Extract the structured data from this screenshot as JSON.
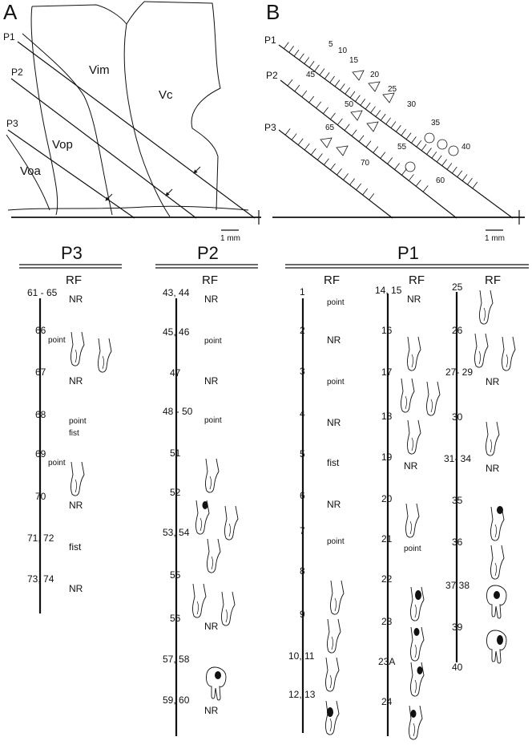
{
  "panel_a": {
    "letter": "A",
    "probe_labels": [
      "P1",
      "P2",
      "P3"
    ],
    "region_labels": {
      "vim": "Vim",
      "vc": "Vc",
      "vop": "Vop",
      "voa": "Voa"
    },
    "scale": "1 mm"
  },
  "panel_b": {
    "letter": "B",
    "probe_labels": [
      "P1",
      "P2",
      "P3"
    ],
    "depth_labels": [
      "5",
      "10",
      "15",
      "20",
      "25",
      "30",
      "35",
      "40",
      "45",
      "50",
      "55",
      "60",
      "65",
      "70"
    ],
    "scale": "1 mm"
  },
  "columns": {
    "p3": {
      "title": "P3",
      "rf_header": "RF",
      "sites": [
        {
          "site": "61 - 65",
          "response": "NR"
        },
        {
          "site": "66",
          "response": "point"
        },
        {
          "site": "67",
          "response": "NR"
        },
        {
          "site": "68",
          "response": "point"
        },
        {
          "site": "",
          "response": "fist"
        },
        {
          "site": "69",
          "response": "point"
        },
        {
          "site": "70",
          "response": "NR"
        },
        {
          "site": "71, 72",
          "response": "fist"
        },
        {
          "site": "73, 74",
          "response": "NR"
        }
      ]
    },
    "p2": {
      "title": "P2",
      "rf_header": "RF",
      "sites": [
        {
          "site": "43, 44",
          "response": "NR"
        },
        {
          "site": "45, 46",
          "response": "point"
        },
        {
          "site": "47",
          "response": "NR"
        },
        {
          "site": "48 - 50",
          "response": "point"
        },
        {
          "site": "51",
          "response": ""
        },
        {
          "site": "52",
          "response": ""
        },
        {
          "site": "53, 54",
          "response": ""
        },
        {
          "site": "55",
          "response": ""
        },
        {
          "site": "56",
          "response": "NR"
        },
        {
          "site": "57, 58",
          "response": ""
        },
        {
          "site": "59, 60",
          "response": "NR"
        }
      ]
    },
    "p1_title": "P1",
    "p1a": {
      "rf_header": "RF",
      "sites": [
        {
          "site": "1",
          "response": "point"
        },
        {
          "site": "2",
          "response": "NR"
        },
        {
          "site": "3",
          "response": "point"
        },
        {
          "site": "4",
          "response": "NR"
        },
        {
          "site": "5",
          "response": "fist"
        },
        {
          "site": "6",
          "response": "NR"
        },
        {
          "site": "7",
          "response": "point"
        },
        {
          "site": "8",
          "response": ""
        },
        {
          "site": "9",
          "response": ""
        },
        {
          "site": "10, 11",
          "response": ""
        },
        {
          "site": "12, 13",
          "response": ""
        }
      ]
    },
    "p1b": {
      "rf_header": "RF",
      "sites": [
        {
          "site": "14, 15",
          "response": "NR"
        },
        {
          "site": "16",
          "response": ""
        },
        {
          "site": "17",
          "response": ""
        },
        {
          "site": "18",
          "response": ""
        },
        {
          "site": "19",
          "response": "NR"
        },
        {
          "site": "20",
          "response": ""
        },
        {
          "site": "21",
          "response": "point"
        },
        {
          "site": "22",
          "response": ""
        },
        {
          "site": "23",
          "response": ""
        },
        {
          "site": "23A",
          "response": ""
        },
        {
          "site": "24",
          "response": ""
        }
      ]
    },
    "p1c": {
      "rf_header": "RF",
      "sites": [
        {
          "site": "25",
          "response": ""
        },
        {
          "site": "26",
          "response": ""
        },
        {
          "site": "27- 29",
          "response": "NR"
        },
        {
          "site": "30",
          "response": ""
        },
        {
          "site": "31- 34",
          "response": "NR"
        },
        {
          "site": "35",
          "response": ""
        },
        {
          "site": "36",
          "response": ""
        },
        {
          "site": "37 38",
          "response": ""
        },
        {
          "site": "39",
          "response": ""
        },
        {
          "site": "40",
          "response": ""
        }
      ]
    }
  }
}
